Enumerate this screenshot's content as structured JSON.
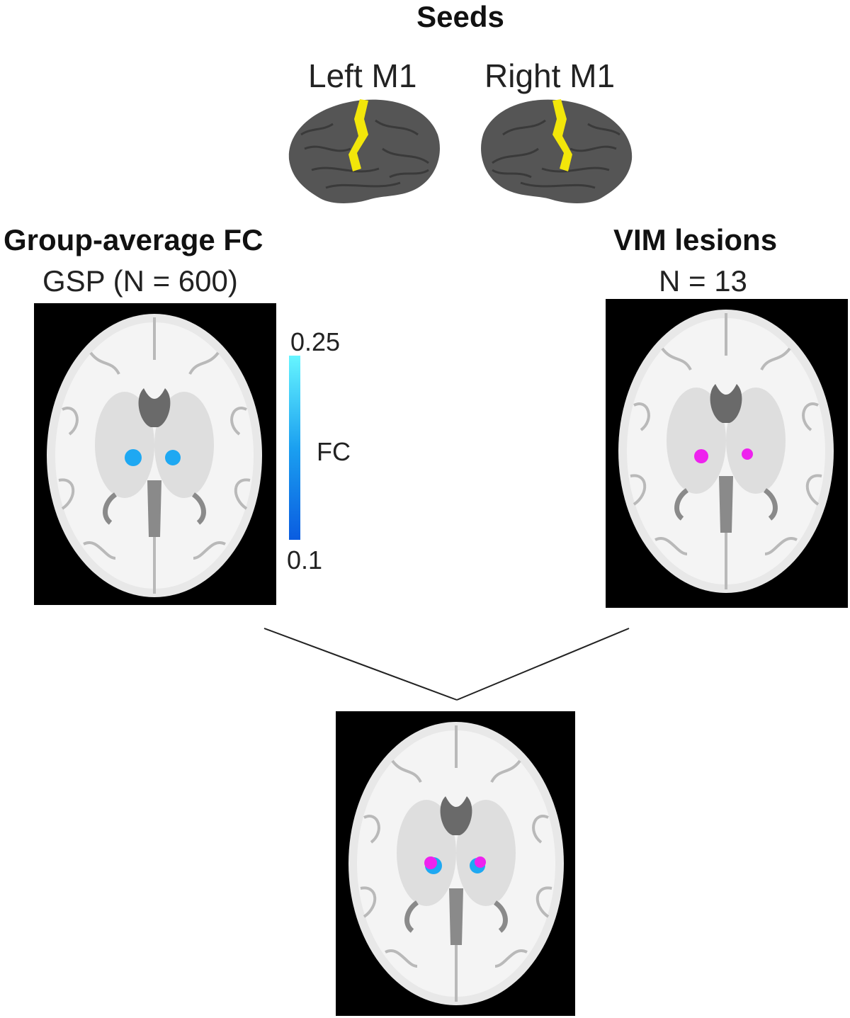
{
  "seeds": {
    "title": "Seeds",
    "left_label": "Left M1",
    "right_label": "Right M1",
    "seed_color": "#f2e60a"
  },
  "left_panel": {
    "title": "Group-average FC",
    "subtitle": "GSP (N = 600)",
    "overlay_color": "#1ea8f2"
  },
  "right_panel": {
    "title": "VIM lesions",
    "subtitle": "N = 13",
    "overlay_color": "#ee22ee"
  },
  "colorbar": {
    "max": "0.25",
    "min": "0.1",
    "label": "FC",
    "color_top": "#66f5ff",
    "color_bottom": "#0a5ce0"
  }
}
